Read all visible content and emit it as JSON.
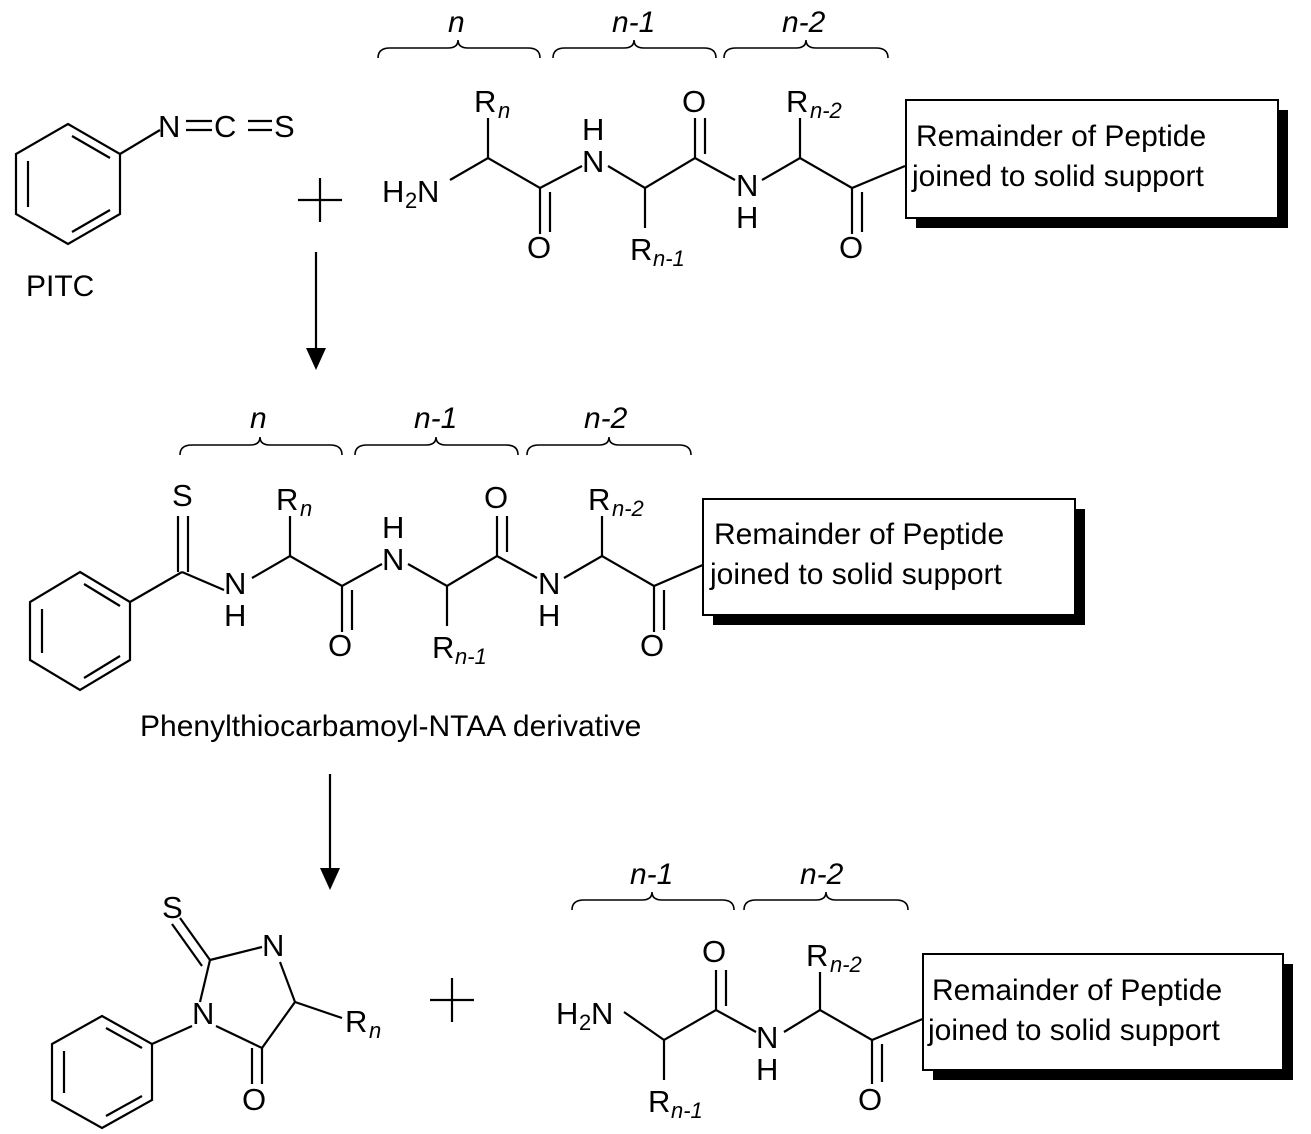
{
  "labels": {
    "pitc": "PITC",
    "ptc_derivative": "Phenylthiocarbamoyl-NTAA derivative",
    "remainder_line1": "Remainder of Peptide",
    "remainder_line2": "joined to solid support"
  },
  "residues": {
    "n": "n",
    "n_minus_1": "n-1",
    "n_minus_2": "n-2"
  },
  "atoms": {
    "N": "N",
    "C": "C",
    "S": "S",
    "O": "O",
    "H": "H",
    "H2": "H",
    "two": "2",
    "R": "R"
  },
  "colors": {
    "ink": "#000000",
    "paper": "#ffffff"
  }
}
